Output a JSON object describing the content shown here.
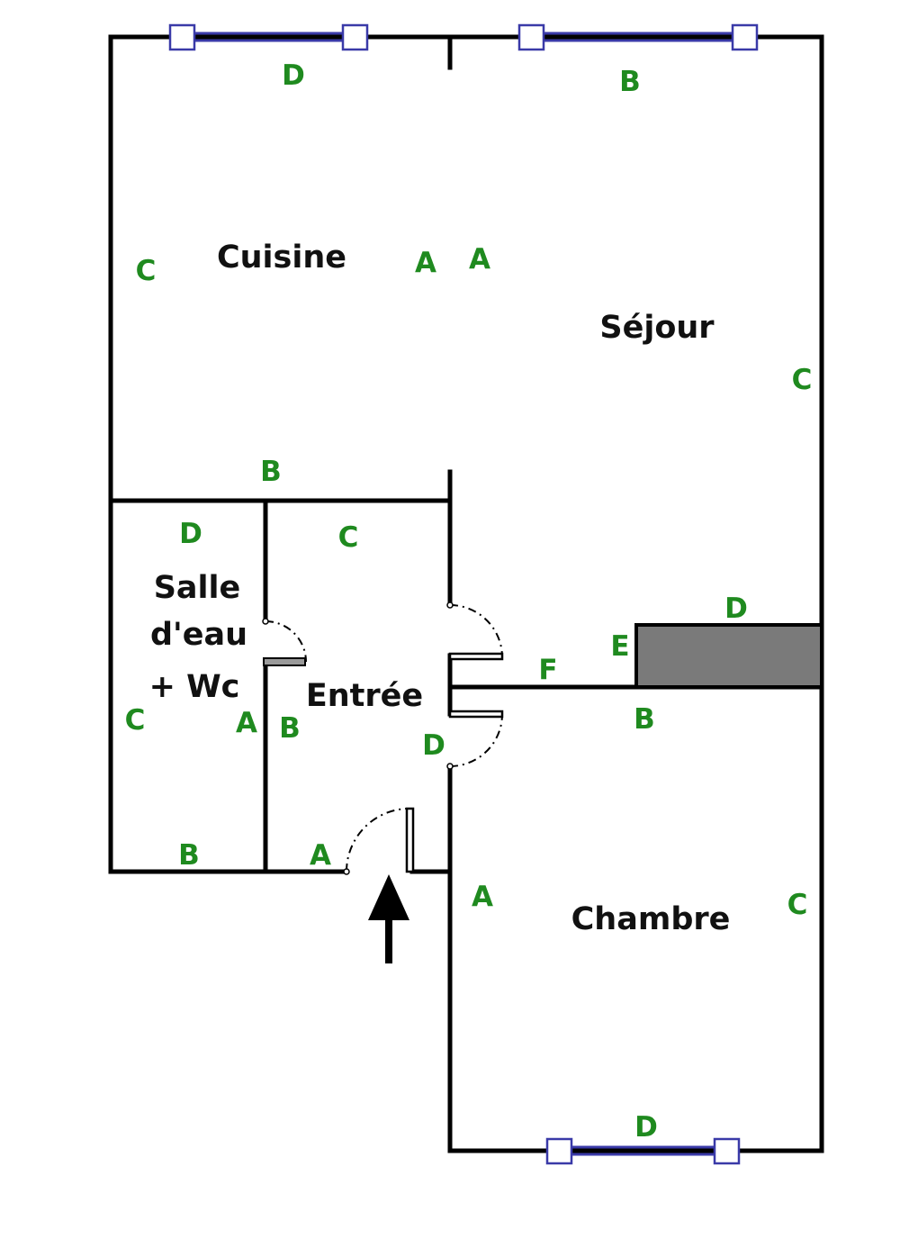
{
  "colors": {
    "wall": "#000000",
    "wall_label": "#1f8a1f",
    "window": "#3a3aa8",
    "duct_fill": "#7a7a7a"
  },
  "rooms": {
    "cuisine": "Cuisine",
    "sejour": "Séjour",
    "salle_line1": "Salle",
    "salle_line2": "d'eau",
    "salle_line3": "+ Wc",
    "entree": "Entrée",
    "chambre": "Chambre"
  },
  "wall_labels": {
    "cuisine_top": "D",
    "sejour_top": "B",
    "cuisine_left": "C",
    "cuisine_right": "A",
    "sejour_left": "A",
    "sejour_right": "C",
    "cuisine_bottom": "B",
    "salle_top": "D",
    "entree_top": "C",
    "duct_top": "D",
    "duct_left": "E",
    "sejour_corridor": "F",
    "salle_left": "C",
    "salle_right": "A",
    "entree_left": "B",
    "chambre_top": "B",
    "entree_right": "D",
    "salle_bottom": "B",
    "entree_bottom": "A",
    "chambre_left": "A",
    "chambre_right": "C",
    "chambre_bottom": "D"
  },
  "icons": {
    "entrance": "entrance-arrow-icon"
  }
}
